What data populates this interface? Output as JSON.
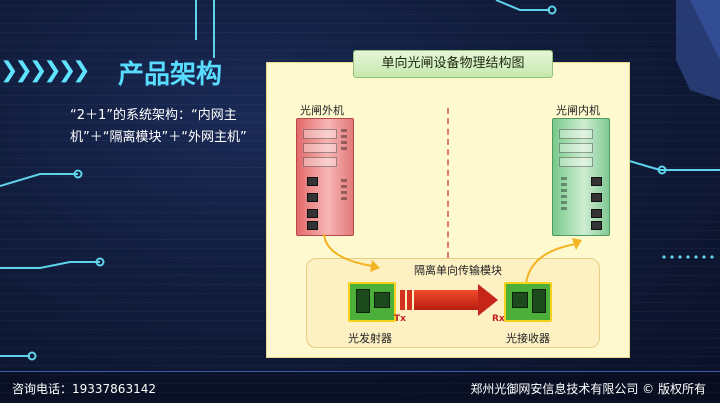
{
  "slide": {
    "title": "产品架构",
    "description": "“2＋1”的系统架构：“内网主机”＋“隔离模块”＋“外网主机”"
  },
  "diagram": {
    "title": "单向光闸设备物理结构图",
    "outer_host_label": "光闸外机",
    "inner_host_label": "光闸内机",
    "module_label": "隔离单向传输模块",
    "transmitter_label": "光发射器",
    "receiver_label": "光接收器",
    "tx_tag": "Tx",
    "rx_tag": "Rx"
  },
  "footer": {
    "phone": "咨询电话：19337863142",
    "copyright": "郑州光御网安信息技术有限公司 © 版权所有"
  },
  "colors": {
    "accent": "#58dcff",
    "panel_bg": "#fff9cf",
    "outer_host": "#e46a6a",
    "inner_host": "#78c98a",
    "arrow": "#d2301c"
  }
}
